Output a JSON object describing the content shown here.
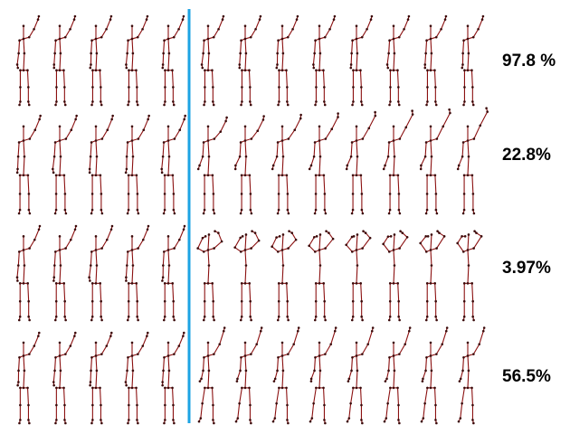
{
  "rows": [
    {
      "id": "row-1",
      "percent": "97.8 %",
      "pose": "arm-raised"
    },
    {
      "id": "row-2",
      "percent": "22.8%",
      "pose": "arm-raised"
    },
    {
      "id": "row-3",
      "percent": "3.97%",
      "pose": "arms-on-head"
    },
    {
      "id": "row-4",
      "percent": "56.5%",
      "pose": "arm-raised"
    }
  ],
  "frames_before_divider": 5,
  "frames_after_divider": 8,
  "colors": {
    "skeleton": "#8b1010",
    "joint": "#3a0a0a",
    "divider": "#1ca3e3",
    "text": "#000000"
  }
}
